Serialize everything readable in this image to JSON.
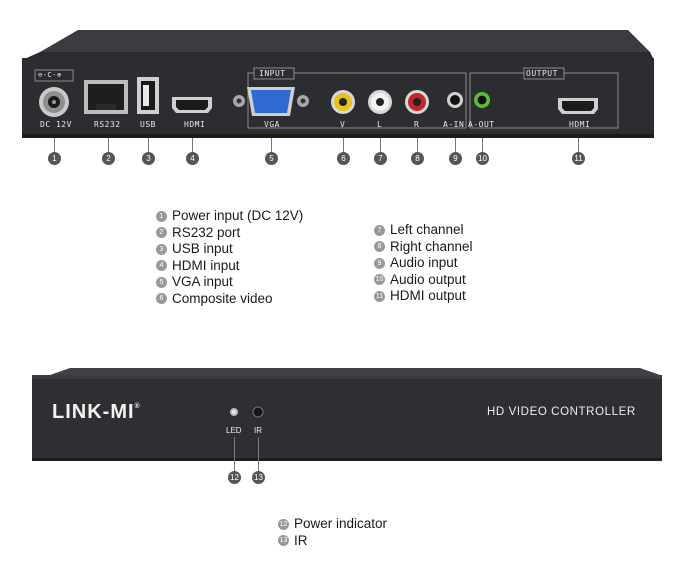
{
  "rear_panel": {
    "power_symbol": "⊖-C-⊕",
    "groups": {
      "input": "INPUT",
      "output": "OUTPUT"
    },
    "ports": {
      "dc": "DC 12V",
      "rs232": "RS232",
      "usb": "USB",
      "hdmi_in": "HDMI",
      "vga": "VGA",
      "v": "V",
      "l": "L",
      "r": "R",
      "ain": "A-IN",
      "aout": "A-OUT",
      "hdmi_out": "HDMI"
    },
    "callouts": [
      "1",
      "2",
      "3",
      "4",
      "5",
      "6",
      "7",
      "8",
      "9",
      "10",
      "11"
    ]
  },
  "legend_left": [
    {
      "num": "1",
      "text": "Power input (DC 12V)"
    },
    {
      "num": "2",
      "text": "RS232 port"
    },
    {
      "num": "3",
      "text": "USB input"
    },
    {
      "num": "4",
      "text": "HDMI input"
    },
    {
      "num": "5",
      "text": "VGA input"
    },
    {
      "num": "6",
      "text": "Composite video"
    }
  ],
  "legend_right": [
    {
      "num": "7",
      "text": "Left channel"
    },
    {
      "num": "8",
      "text": "Right channel"
    },
    {
      "num": "9",
      "text": "Audio input"
    },
    {
      "num": "10",
      "text": "Audio output"
    },
    {
      "num": "11",
      "text": "HDMI output"
    }
  ],
  "front_panel": {
    "brand": "LINK-MI",
    "trademark": "®",
    "product": "HD VIDEO CONTROLLER",
    "led": "LED",
    "ir": "IR",
    "callouts": [
      "12",
      "13"
    ]
  },
  "legend_bottom": [
    {
      "num": "12",
      "text": "Power indicator"
    },
    {
      "num": "13",
      "text": "IR"
    }
  ],
  "colors": {
    "chassis": "#2e2f33",
    "chassis_top": "#3a3b40",
    "yellow_rca": "#e8c21a",
    "white_rca": "#e6e6e6",
    "red_rca": "#c4262a",
    "green_jack": "#5bbf3a"
  }
}
